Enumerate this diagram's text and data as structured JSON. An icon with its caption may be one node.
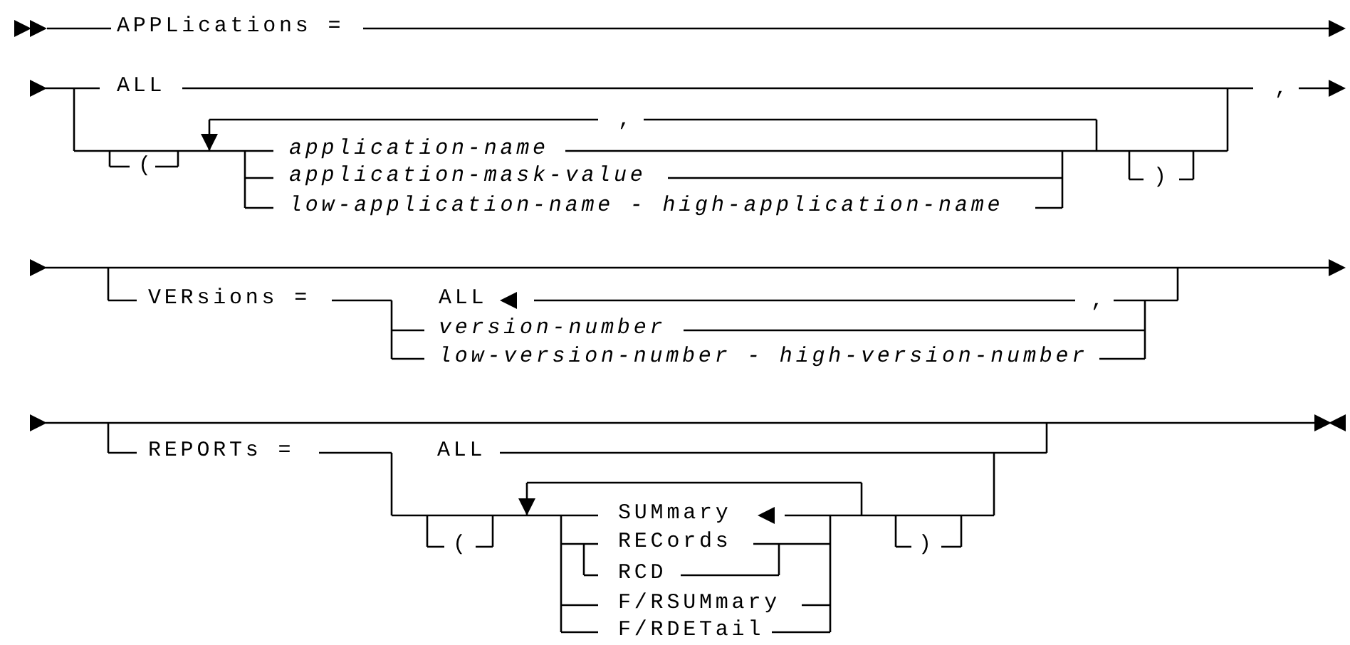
{
  "diagram": {
    "labels": [
      "APPLications =",
      "ALL",
      ",",
      ",",
      "application-name",
      "(",
      "application-mask-value",
      ")",
      "low-application-name - high-application-name",
      "VERsions =",
      "ALL",
      ",",
      "version-number",
      "low-version-number - high-version-number",
      "REPORTs =",
      "ALL",
      "SUMmary",
      "(",
      "RECords",
      ")",
      "RCD",
      "F/RSUMmary",
      "F/RDETail"
    ]
  }
}
